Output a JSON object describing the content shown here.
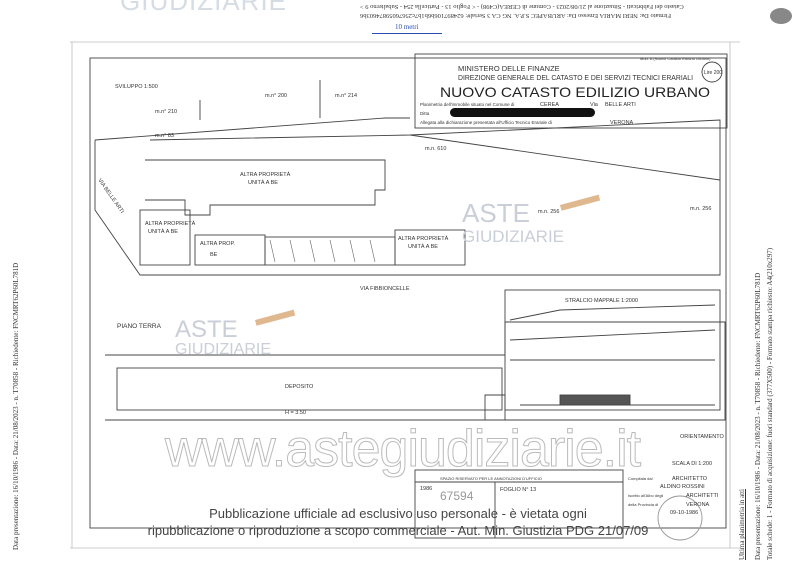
{
  "stamp": {
    "signature_line": "Firmato Da: NERI MARIA Emesso Da: ARUBAPEC S.P.A. NG CA 3 Serial#: 624897106b6b1b7c25676059874603b6",
    "catasto_line": "Catasto dei Fabbricati - Situazione al 21/08/2023 - Comune di CEREA(C498) - < Foglio 13 - Particella 254 - Subalterno 9 >",
    "scale_label": "10 metri"
  },
  "watermark_top": "GIUDIZIARIE",
  "left_margin_text": "Data presentazione: 16/10/1986 - Data: 21/08/2023 - n. T70858 - Richiedente: FNCMRT62P60L781D",
  "right_margin": {
    "title": "Ultima planimetria in atti",
    "line1": "Data presentazione: 16/10/1986 - Data: 21/08/2023 - n. T70858 - Richiedente: FNCMRT62P60L781D",
    "line2": "Totale schede: 1 - Formato di acquisizione: fuori standard (377X500) - Formato stampa richiesto: A4(210x297)"
  },
  "header": {
    "ministry": "MINISTERO DELLE FINANZE",
    "direction": "DIREZIONE GENERALE DEL CATASTO E DEI SERVIZI TECNICI ERARIALI",
    "title": "NUOVO CATASTO EDILIZIO URBANO",
    "price": "Lire 200",
    "model": "Mod. A (Nuovo Catasto Edilizio Urbano)",
    "row1_label": "Planimetria dell'immobile situato nel Comune di",
    "comune": "CEREA",
    "via_label": "Via",
    "via": "BELLE ARTI",
    "row2_label": "Ditta",
    "row3_label": "Allegata alla dichiarazione presentata all'Ufficio Tecnico Erariale di",
    "ufficio": "VERONA"
  },
  "plan_labels": {
    "sviluppo": "SVILUPPO 1:500",
    "mn200": "m.n° 200",
    "mn214": "m.n° 214",
    "mn210": "m.n° 210",
    "mn83": "m.n° 83",
    "mn610": "m.n. 610",
    "mn256": "m.n. 256",
    "mn256b": "m.n. 256",
    "via_belle_arti": "VIA BELLE ARTI",
    "altra_proprieta_1": "ALTRA PROPRIETÀ",
    "altra_proprieta_1b": "UNITÀ A BE",
    "altra_proprieta_2": "ALTRA PROPRIETÀ",
    "altra_proprieta_2b": "UNITÀ A BE",
    "altra_proprieta_3": "ALTRA PROP.",
    "altra_proprieta_3b": "BE",
    "altra_proprieta_4": "ALTRA PROPRIETÀ",
    "altra_proprieta_4b": "UNITÀ A BE",
    "via_fibbioncelle": "VIA FIBBIONCELLE",
    "piano_terra": "PIANO TERRA",
    "deposito": "DEPOSITO",
    "h": "H = 3.50",
    "stralcio": "STRALCIO MAPPALE 1:2000",
    "orientamento": "ORIENTAMENTO",
    "scala": "SCALA DI 1:200"
  },
  "watermarks": {
    "aste1": "ASTE",
    "giudiziarie1": "GIUDIZIARIE",
    "aste2": "ASTE",
    "giudiziarie2": "GIUDIZIARIE",
    "site": "www.astegiudiziarie.it"
  },
  "office_box": {
    "title": "SPAZIO RISERVATO PER LE ANNOTAZIONI D'UFFICIO",
    "number": "67594",
    "year": "1986",
    "foglio": "FOGLIO N° 13",
    "compilata_label": "Compilata dal",
    "compilatore_title": "ARCHITETTO",
    "compilatore": "ALDINO ROSSINI",
    "iscritto_label": "Iscritto all'Albo degli",
    "albo": "ARCHITETTI",
    "provincia_label": "della Provincia di",
    "provincia": "VERONA",
    "date": "09-10-1986"
  },
  "publication_notice": {
    "line1": "Pubblicazione ufficiale ad esclusivo uso personale - è vietata ogni",
    "line2": "ripubblicazione o riproduzione a scopo commerciale - Aut. Min. Giustizia PDG 21/07/09"
  },
  "colors": {
    "scale_bar": "#2a4fb0",
    "watermark": "#c9ced8",
    "hammer": "#e0b890"
  }
}
